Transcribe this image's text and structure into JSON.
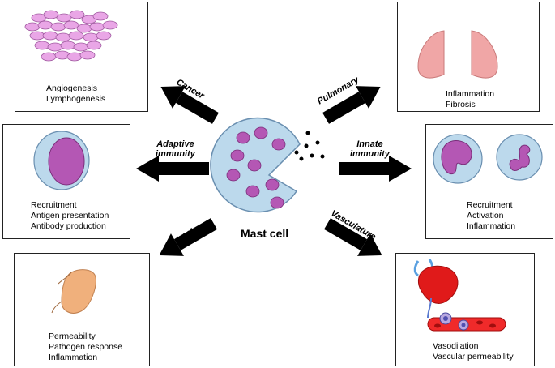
{
  "center": {
    "label": "Mast cell"
  },
  "arrows": {
    "cancer": "Cancer",
    "pulmonary": "Pulmonary",
    "adaptive": [
      "Adaptive",
      "immunity"
    ],
    "innate": [
      "Innate",
      "immunity"
    ],
    "gi": "GI tract",
    "vasculature": "Vasculature"
  },
  "boxes": {
    "cancer": [
      "Angiogenesis",
      "Lymphogenesis"
    ],
    "pulmonary": [
      "Inflammation",
      "Fibrosis"
    ],
    "adaptive": [
      "Recruitment",
      "Antigen presentation",
      "Antibody production"
    ],
    "innate": [
      "Recruitment",
      "Activation",
      "Inflammation"
    ],
    "gi": [
      "Permeability",
      "Pathogen response",
      "Inflammation"
    ],
    "vasculature": [
      "Vasodilation",
      "Vascular permeability"
    ]
  },
  "colors": {
    "cell_fill": "#bcd9ec",
    "granule": "#b457b4",
    "lung": "#f0a6a6",
    "gut": "#f0b07c",
    "heart": "#e01a1a",
    "vessel": "#f02a2a"
  }
}
